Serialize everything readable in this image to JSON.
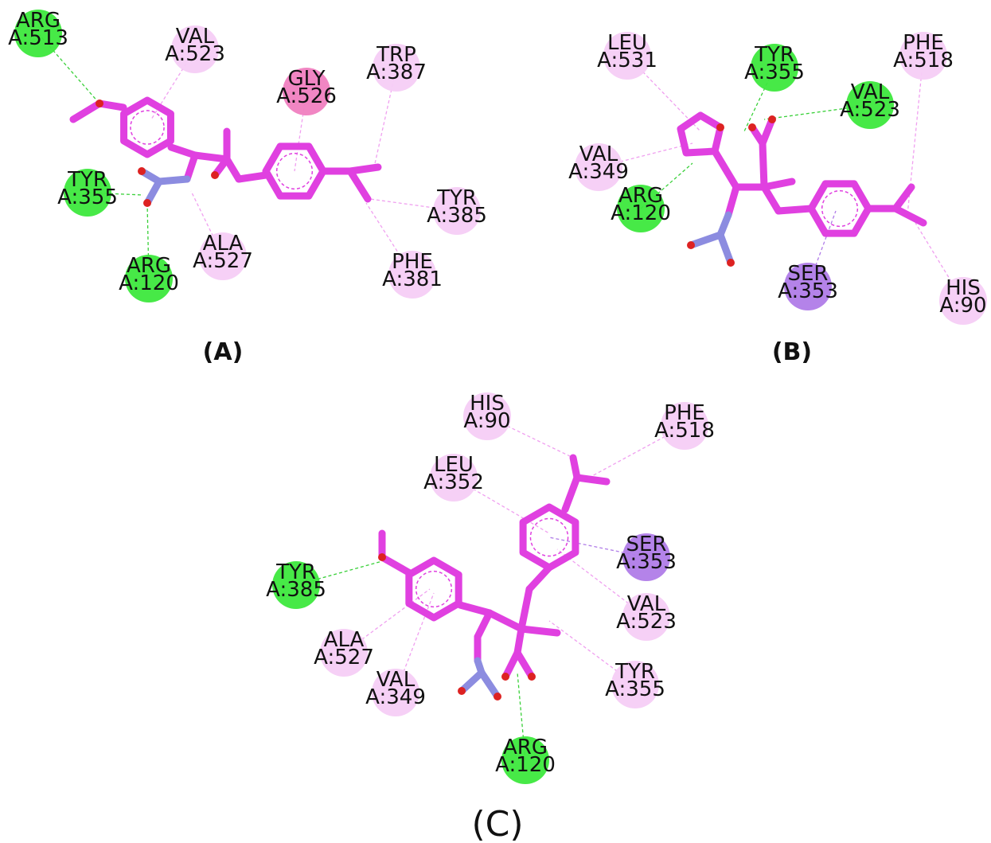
{
  "colors": {
    "conventional_hbond": "#3de83d",
    "pi_alkyl": "#f5cdf5",
    "pi_sigma": "#b07ce8",
    "amide_pi": "#f080c0",
    "ligand_carbon": "#e040e0",
    "nitrogen": "#8c8ce0",
    "oxygen": "#dd2222",
    "hbond_line": "#39d039",
    "hydrophobic_line": "#f0a0f0"
  },
  "panels": [
    {
      "label": "(A)",
      "residues": [
        {
          "name": "ARG",
          "id": "A:513",
          "type": "conventional_hbond"
        },
        {
          "name": "VAL",
          "id": "A:523",
          "type": "pi_alkyl"
        },
        {
          "name": "GLY",
          "id": "A:526",
          "type": "amide_pi"
        },
        {
          "name": "TRP",
          "id": "A:387",
          "type": "pi_alkyl"
        },
        {
          "name": "TYR",
          "id": "A:355",
          "type": "conventional_hbond"
        },
        {
          "name": "TYR",
          "id": "A:385",
          "type": "pi_alkyl"
        },
        {
          "name": "ALA",
          "id": "A:527",
          "type": "pi_alkyl"
        },
        {
          "name": "ARG",
          "id": "A:120",
          "type": "conventional_hbond"
        },
        {
          "name": "PHE",
          "id": "A:381",
          "type": "pi_alkyl"
        }
      ]
    },
    {
      "label": "(B)",
      "residues": [
        {
          "name": "LEU",
          "id": "A:531",
          "type": "pi_alkyl"
        },
        {
          "name": "TYR",
          "id": "A:355",
          "type": "conventional_hbond"
        },
        {
          "name": "PHE",
          "id": "A:518",
          "type": "pi_alkyl"
        },
        {
          "name": "VAL",
          "id": "A:523",
          "type": "conventional_hbond"
        },
        {
          "name": "VAL",
          "id": "A:349",
          "type": "pi_alkyl"
        },
        {
          "name": "ARG",
          "id": "A:120",
          "type": "conventional_hbond"
        },
        {
          "name": "SER",
          "id": "A:353",
          "type": "pi_sigma"
        },
        {
          "name": "HIS",
          "id": "A:90",
          "type": "pi_alkyl"
        }
      ]
    },
    {
      "label": "(C)",
      "residues": [
        {
          "name": "HIS",
          "id": "A:90",
          "type": "pi_alkyl"
        },
        {
          "name": "PHE",
          "id": "A:518",
          "type": "pi_alkyl"
        },
        {
          "name": "LEU",
          "id": "A:352",
          "type": "pi_alkyl"
        },
        {
          "name": "SER",
          "id": "A:353",
          "type": "pi_sigma"
        },
        {
          "name": "TYR",
          "id": "A:385",
          "type": "conventional_hbond"
        },
        {
          "name": "VAL",
          "id": "A:523",
          "type": "pi_alkyl"
        },
        {
          "name": "ALA",
          "id": "A:527",
          "type": "pi_alkyl"
        },
        {
          "name": "VAL",
          "id": "A:349",
          "type": "pi_alkyl"
        },
        {
          "name": "TYR",
          "id": "A:355",
          "type": "pi_alkyl"
        },
        {
          "name": "ARG",
          "id": "A:120",
          "type": "conventional_hbond"
        }
      ]
    }
  ]
}
